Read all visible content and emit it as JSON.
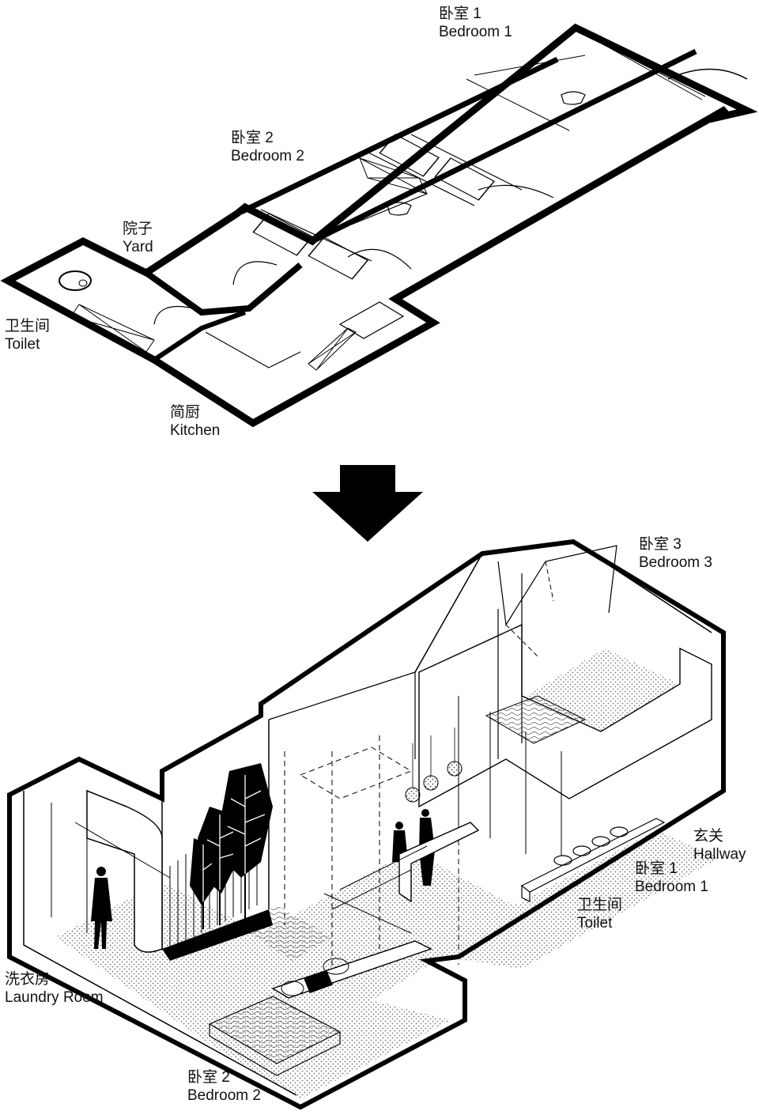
{
  "labels": {
    "before_bedroom1": {
      "zh": "卧室 1",
      "en": "Bedroom 1"
    },
    "before_bedroom2": {
      "zh": "卧室 2",
      "en": "Bedroom 2"
    },
    "before_yard": {
      "zh": "院子",
      "en": "Yard"
    },
    "before_toilet": {
      "zh": "卫生间",
      "en": "Toilet"
    },
    "before_kitchen": {
      "zh": "简厨",
      "en": "Kitchen"
    },
    "after_bedroom3": {
      "zh": "卧室 3",
      "en": "Bedroom 3"
    },
    "after_hallway": {
      "zh": "玄关",
      "en": "Hallway"
    },
    "after_bedroom1": {
      "zh": "卧室 1",
      "en": "Bedroom 1"
    },
    "after_toilet": {
      "zh": "卫生间",
      "en": "Toilet"
    },
    "after_laundry": {
      "zh": "洗衣房",
      "en": "Laundry Room"
    },
    "after_bedroom2": {
      "zh": "卧室 2",
      "en": "Bedroom 2"
    }
  },
  "colors": {
    "ink": "#000000",
    "paper": "#ffffff",
    "hatch": "#555555"
  },
  "icons": {
    "transition": "arrow-down-icon"
  }
}
